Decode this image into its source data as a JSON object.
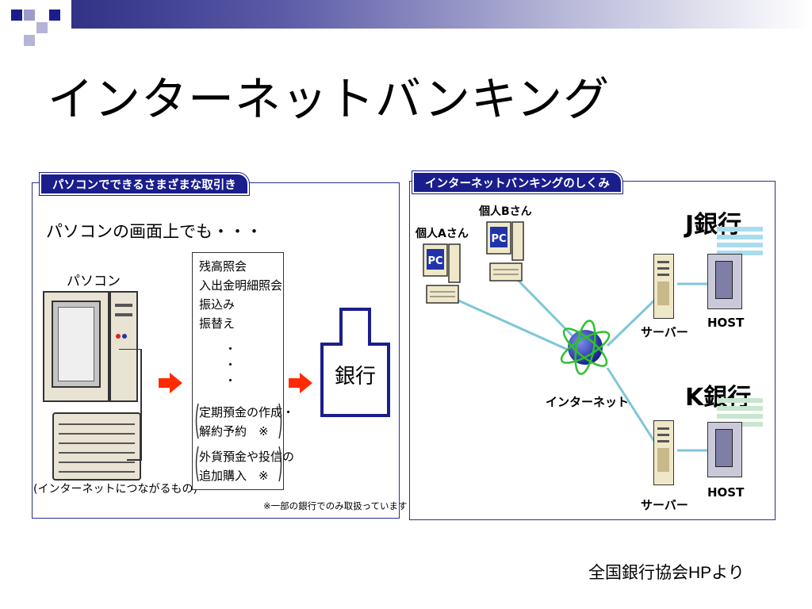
{
  "slide": {
    "title": "インターネットバンキング",
    "source": "全国銀行協会HPより"
  },
  "left_panel": {
    "tab_label": "パソコンでできるさまざまな取引き",
    "subtitle": "パソコンの画面上でも・・・",
    "pc_label": "パソコン",
    "pc_caption": "(インターネットにつながるもの)",
    "transactions": [
      "残高照会",
      "入出金明細照会",
      "振込み",
      "振替え",
      "・",
      "・",
      "・",
      "定期預金の作成・",
      "解約予約　※",
      "外貨預金や投信の",
      "追加購入　※"
    ],
    "bank_label": "銀行",
    "footnote": "※一部の銀行でのみ取扱っています"
  },
  "right_panel": {
    "tab_label": "インターネットバンキングのしくみ",
    "user_a": "個人Aさん",
    "user_b": "個人Bさん",
    "pc_badge": "PC",
    "internet_label": "インターネット",
    "server_label": "サーバー",
    "host_label": "HOST",
    "bank_j": "J銀行",
    "bank_k": "K銀行"
  },
  "colors": {
    "accent_navy": "#1a1e8c",
    "arrow_red": "#ff2a00",
    "line_cyan": "#7fc6d8",
    "globe_blue": "#2233aa",
    "orbit_green": "#2ec02e"
  }
}
